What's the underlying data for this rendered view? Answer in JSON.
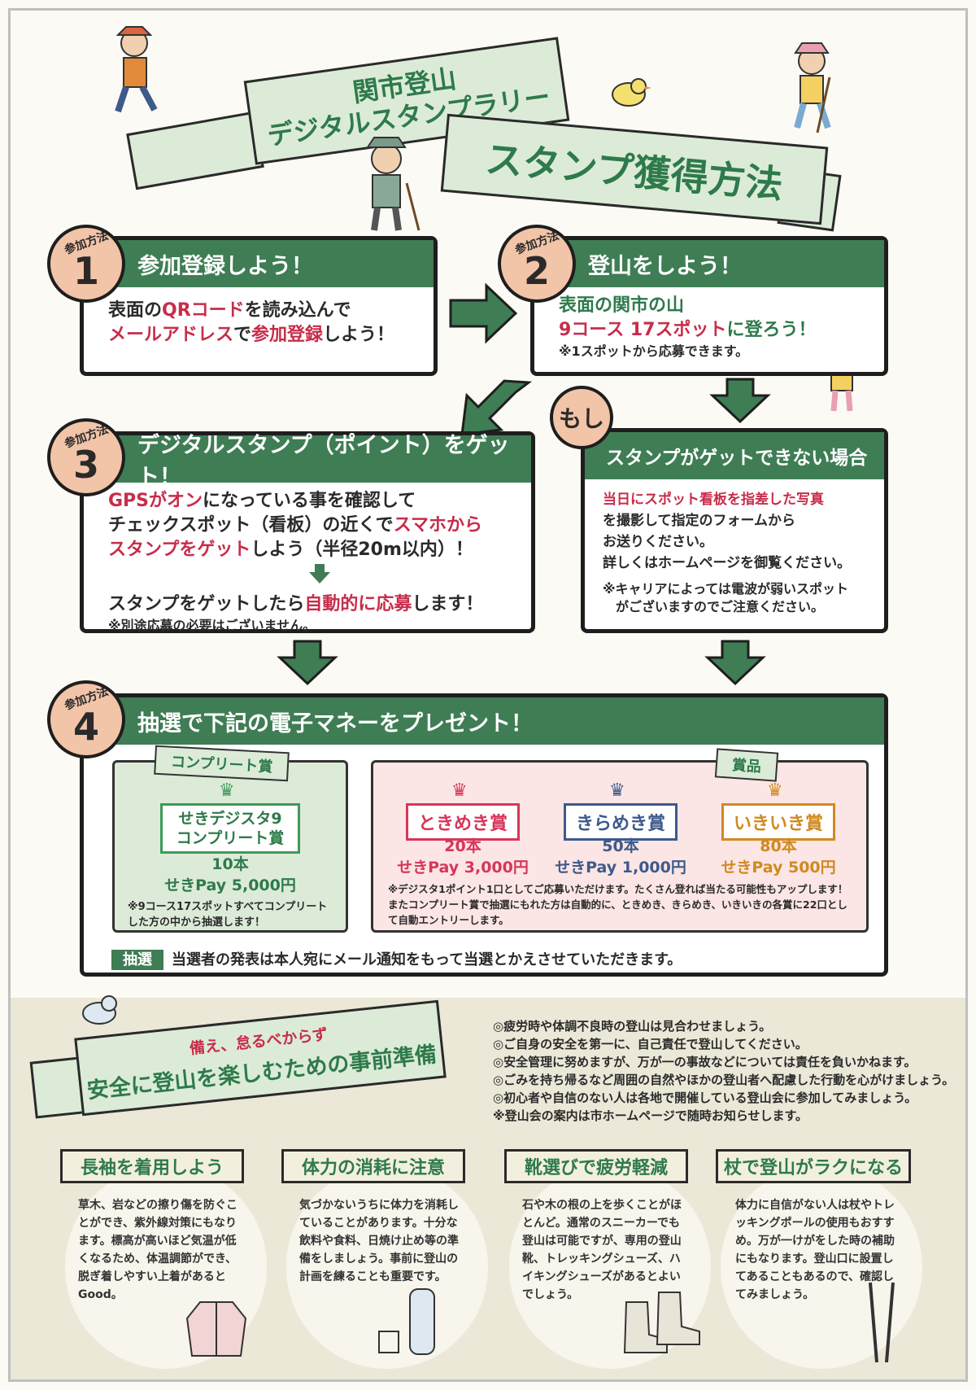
{
  "header": {
    "title_line1": "関市登山",
    "title_line2": "デジタルスタンプラリー",
    "method_title": "スタンプ獲得方法"
  },
  "steps": [
    {
      "badge_label": "参加方法",
      "badge_num": "1",
      "heading": "参加登録しよう！",
      "line1a": "表面の",
      "line1b": "QRコード",
      "line1c": "を読み込んで",
      "line2a": "メールアドレス",
      "line2b": "で",
      "line2c": "参加登録",
      "line2d": "しよう！"
    },
    {
      "badge_label": "参加方法",
      "badge_num": "2",
      "heading": "登山をしよう！",
      "line1": "表面の関市の山",
      "line2a": "9コース 17スポット",
      "line2b": "に登ろう！",
      "note": "※1スポットから応募できます。"
    },
    {
      "badge_label": "参加方法",
      "badge_num": "3",
      "heading": "デジタルスタンプ（ポイント）をゲット！",
      "line1a": "GPSがオン",
      "line1b": "になっている事を確認して",
      "line2a": "チェックスポット（看板）の近くで",
      "line2b": "スマホから",
      "line3a": "スタンプをゲット",
      "line3b": "しよう（半径20m以内）！",
      "line4a": "スタンプをゲットしたら",
      "line4b": "自動的に応募",
      "line4c": "します！",
      "note": "※別途応募の必要はございません。"
    },
    {
      "badge_label": "参加方法",
      "badge_num": "4",
      "heading": "抽選で下記の電子マネーをプレゼント！"
    }
  ],
  "fallback": {
    "badge": "もし",
    "heading": "スタンプがゲットできない場合",
    "line1": "当日にスポット看板を指差した写真",
    "line2": "を撮影して指定のフォームから",
    "line3": "お送りください。",
    "line4": "詳しくはホームページを御覧ください。",
    "note1": "※キャリアによっては電波が弱いスポット",
    "note2": "がございますのでご注意ください。"
  },
  "complete_prize": {
    "tag": "コンプリート賞",
    "name1": "せきデジスタ9",
    "name2": "コンプリート賞",
    "count": "10本",
    "amount": "せきPay 5,000円",
    "note": "※9コース17スポットすべてコンプリートした方の中から抽選します！"
  },
  "prizes": {
    "tag": "賞品",
    "items": [
      {
        "name": "ときめき賞",
        "count": "20本",
        "amount": "せきPay 3,000円",
        "color": "#d6365a"
      },
      {
        "name": "きらめき賞",
        "count": "50本",
        "amount": "せきPay 1,000円",
        "color": "#3d5a8a"
      },
      {
        "name": "いきいき賞",
        "count": "80本",
        "amount": "せきPay 500円",
        "color": "#d08a20"
      }
    ],
    "note": "※デジスタ1ポイント1口としてご応募いただけます。たくさん登れば当たる可能性もアップします！またコンプリート賞で抽選にもれた方は自動的に、ときめき、きらめき、いきいきの各賞に22口として自動エントリーします。"
  },
  "lottery": {
    "label": "抽選",
    "text": "当選者の発表は本人宛にメール通知をもって当選とかえさせていただきます。"
  },
  "safety": {
    "sub": "備え、怠るべからず",
    "title": "安全に登山を楽しむための事前準備",
    "notes": [
      "◎疲労時や体調不良時の登山は見合わせましょう。",
      "◎ご自身の安全を第一に、自己責任で登山してください。",
      "◎安全管理に努めますが、万が一の事故などについては責任を負いかねます。",
      "◎ごみを持ち帰るなど周囲の自然やほかの登山者へ配慮した行動を心がけましょう。",
      "◎初心者や自信のない人は各地で開催している登山会に参加してみましょう。",
      "※登山会の案内は市ホームページで随時お知らせします。"
    ],
    "tips": [
      {
        "title": "長袖を着用しよう",
        "text": "草木、岩などの擦り傷を防ぐことができ、紫外線対策にもなります。標高が高いほど気温が低くなるため、体温調節ができ、脱ぎ着しやすい上着があるとGood。"
      },
      {
        "title": "体力の消耗に注意",
        "text": "気づかないうちに体力を消耗していることがあります。十分な飲料や食料、日焼け止め等の準備をしましょう。事前に登山の計画を練ることも重要です。"
      },
      {
        "title": "靴選びで疲労軽減",
        "text": "石や木の根の上を歩くことがほとんど。通常のスニーカーでも登山は可能ですが、専用の登山靴、トレッキングシューズ、ハイキングシューズがあるとよいでしょう。"
      },
      {
        "title": "杖で登山がラクになる",
        "text": "体力に自信がない人は杖やトレッキングポールの使用もおすすめ。万が一けがをした時の補助にもなります。登山口に設置してあることもあるので、確認してみましょう。"
      }
    ]
  },
  "colors": {
    "green": "#3f7d55",
    "red": "#c72d4a",
    "badge": "#f2c4a8"
  }
}
